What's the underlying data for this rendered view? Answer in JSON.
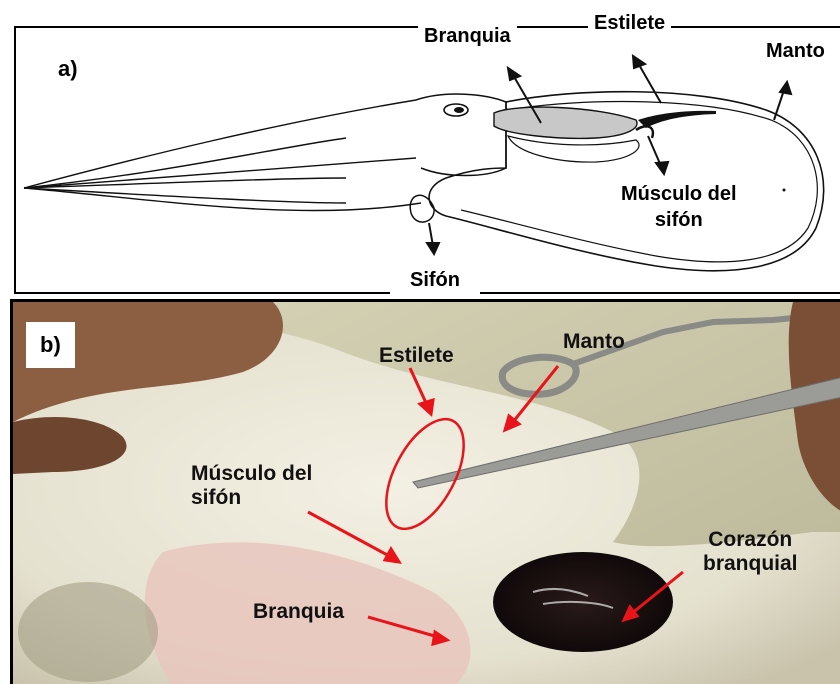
{
  "panel_a": {
    "letter": "a)",
    "labels": {
      "branquia": "Branquia",
      "estilete": "Estilete",
      "manto": "Manto",
      "musculo_line1": "Músculo del",
      "musculo_line2": "sifón",
      "sifon": "Sifón"
    }
  },
  "panel_b": {
    "letter": "b)",
    "labels": {
      "estilete": "Estilete",
      "manto": "Manto",
      "musculo_line1": "Músculo del",
      "musculo_line2": "sifón",
      "corazon_line1": "Corazón",
      "corazon_line2": "branquial",
      "branquia": "Branquia"
    }
  },
  "colors": {
    "annotation_red": "#e8141a",
    "gill_gray": "#c8c8c8"
  }
}
